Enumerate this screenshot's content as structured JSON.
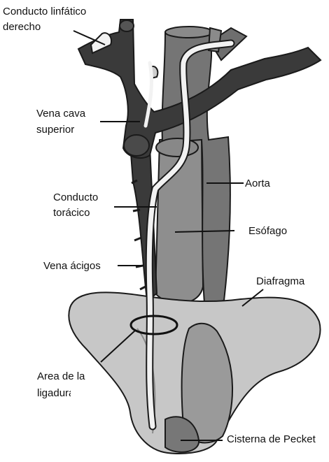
{
  "labels": {
    "conducto_linfatico": [
      "Conducto linfático",
      "derecho"
    ],
    "vena_cava": [
      "Vena cava",
      "superior"
    ],
    "conducto_toracico": [
      "Conducto",
      "torácico"
    ],
    "vena_acigos": "Vena ácigos",
    "aorta": "Aorta",
    "esofago": "Esófago",
    "diafragma": "Diafragma",
    "area_ligadura": [
      "Area de la",
      "ligadura"
    ],
    "cisterna": "Cisterna de Pecket"
  },
  "colors": {
    "veins": "#3a3a3a",
    "aorta": "#757575",
    "esophagus": "#8e8e8e",
    "diaphragm": "#c7c7c7",
    "duct": "#f2f2f2",
    "outline": "#1a1a1a"
  }
}
